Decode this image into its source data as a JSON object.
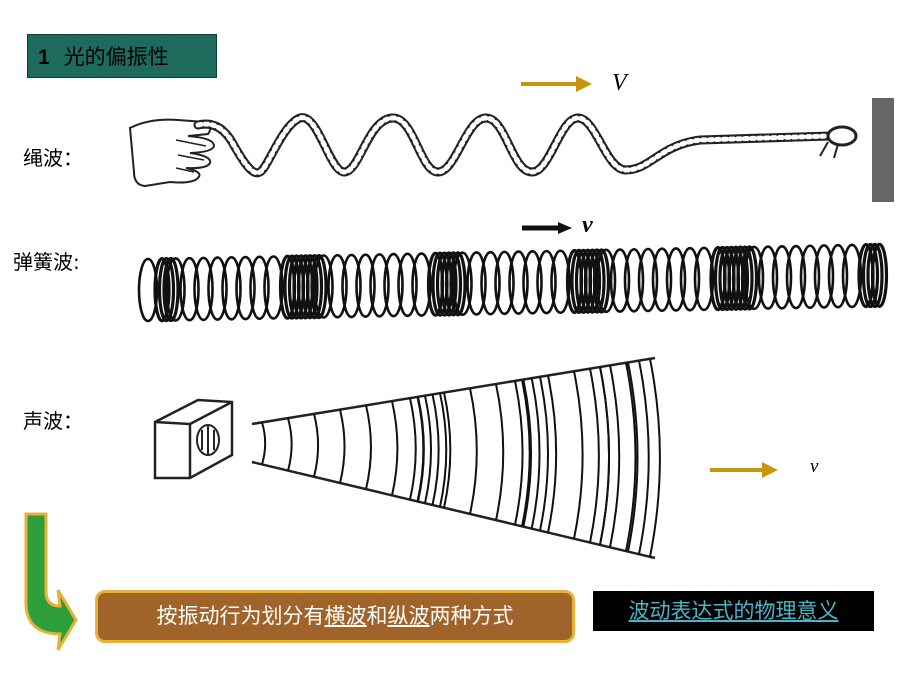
{
  "title": {
    "number": "1",
    "text": "光的偏振性"
  },
  "rope_wave": {
    "label": "绳波：",
    "velocity": "V"
  },
  "spring_wave": {
    "label": "弹簧波:",
    "velocity": "v"
  },
  "sound_wave": {
    "label": "声波：",
    "velocity": "v"
  },
  "summary": {
    "before": "按振动行为划分有",
    "transverse": "横波",
    "middle": "和",
    "longitudinal": "纵波",
    "after": "两种方式"
  },
  "link": {
    "text": "波动表达式的物理意义"
  },
  "colors": {
    "title_bg": "#1e6a5d",
    "arrow": "#c8960c",
    "summary_bg": "#a0642a",
    "summary_border": "#e6b23a",
    "curved_arrow": "#2e9e3a",
    "link_text": "#4fb3c6"
  }
}
